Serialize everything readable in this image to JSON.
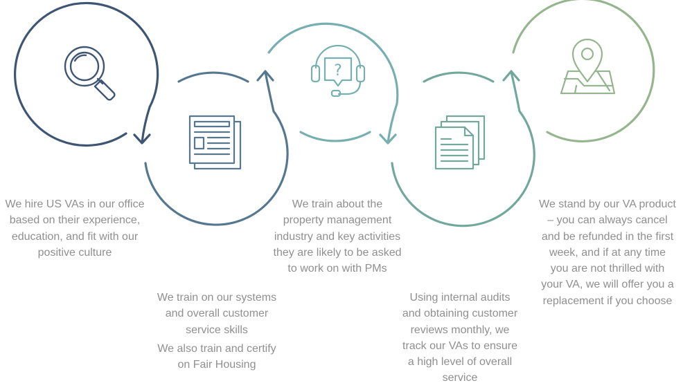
{
  "palette": {
    "step1": "#3e5574",
    "step2": "#56788f",
    "step3": "#77afb0",
    "step4": "#72a89c",
    "step5": "#94b58d",
    "text": "#8f8f8f"
  },
  "steps": [
    {
      "icon": "magnifier-icon",
      "text": "We hire US VAs in our office based on their experience, education, and fit with our positive culture"
    },
    {
      "icon": "newspaper-icon",
      "text": "We train on our systems and overall customer service skills",
      "text2": "We also train and certify on Fair Housing"
    },
    {
      "icon": "headset-question-icon",
      "text": "We train about the property management industry and key activities they are likely to be asked to work on with PMs"
    },
    {
      "icon": "documents-icon",
      "text": "Using internal audits and obtaining customer reviews monthly, we track our VAs to ensure a high level of overall service"
    },
    {
      "icon": "map-pin-icon",
      "text": "We stand by our VA product – you can always cancel and be refunded in the first week, and if at any time you are not thrilled with your VA, we will offer you a replacement if you choose"
    }
  ]
}
